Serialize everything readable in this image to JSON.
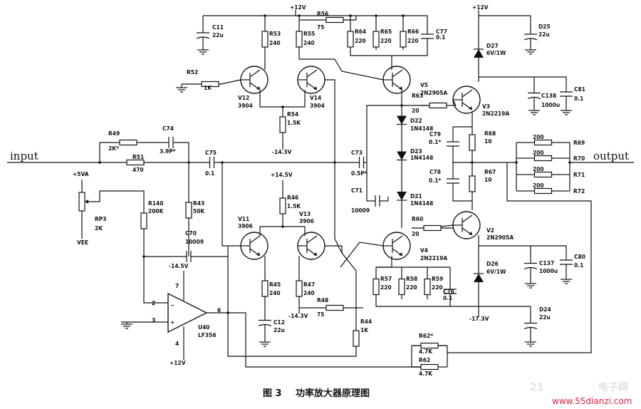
{
  "caption": {
    "figure": "图 3",
    "title": "功率放大器原理图"
  },
  "io": {
    "input": "input",
    "output": "output"
  },
  "watermark": {
    "site": "www.55dianzi.com",
    "brand": "电子网"
  },
  "rails": {
    "p12_top": "+12V",
    "p12_right": "+12V",
    "m14_3_a": "-14.3V",
    "m14_3_b": "-14.3V",
    "p14_5": "+14.5V",
    "p5va": "+5VA",
    "vee": "VEE",
    "m14_5": "-14.5V",
    "p12_bot": "+12V",
    "m17_3": "-17.3V"
  },
  "components": [
    {
      "id": "R49",
      "ref": "R49",
      "val": "2K*"
    },
    {
      "id": "C74",
      "ref": "C74",
      "val": "3.9P*"
    },
    {
      "id": "R51",
      "ref": "R51",
      "val": "470"
    },
    {
      "id": "C75",
      "ref": "C75",
      "val": "0.1"
    },
    {
      "id": "RP3",
      "ref": "RP3",
      "val": "2K"
    },
    {
      "id": "R140",
      "ref": "R140",
      "val": "200K"
    },
    {
      "id": "R43",
      "ref": "R43",
      "val": "50K"
    },
    {
      "id": "C70",
      "ref": "C70",
      "val": "10009"
    },
    {
      "id": "U40",
      "ref": "U40",
      "val": "LF356"
    },
    {
      "id": "C11",
      "ref": "C11",
      "val": "22u"
    },
    {
      "id": "R52",
      "ref": "R52",
      "val": "1K"
    },
    {
      "id": "R53",
      "ref": "R53",
      "val": "240"
    },
    {
      "id": "R55",
      "ref": "R55",
      "val": "240"
    },
    {
      "id": "R56",
      "ref": "R56",
      "val": "75"
    },
    {
      "id": "V12",
      "ref": "V12",
      "val": "3904"
    },
    {
      "id": "V14",
      "ref": "V14",
      "val": "3904"
    },
    {
      "id": "R54",
      "ref": "R54",
      "val": "1.5K"
    },
    {
      "id": "R64",
      "ref": "R64",
      "val": "220"
    },
    {
      "id": "R65",
      "ref": "R65",
      "val": "220"
    },
    {
      "id": "R66",
      "ref": "R66",
      "val": "220"
    },
    {
      "id": "C77",
      "ref": "C77",
      "val": "0.1"
    },
    {
      "id": "V5",
      "ref": "V5",
      "val": "2N2905A"
    },
    {
      "id": "R63",
      "ref": "R63",
      "val": "20"
    },
    {
      "id": "D22",
      "ref": "D22",
      "val": "1N4148"
    },
    {
      "id": "D23",
      "ref": "D23",
      "val": "1N4148"
    },
    {
      "id": "D21",
      "ref": "D21",
      "val": "1N4148"
    },
    {
      "id": "C73",
      "ref": "C73",
      "val": "0.5P*"
    },
    {
      "id": "C71",
      "ref": "C71",
      "val": "10009"
    },
    {
      "id": "R60",
      "ref": "R60",
      "val": "20"
    },
    {
      "id": "V11",
      "ref": "V11",
      "val": "3906"
    },
    {
      "id": "V13",
      "ref": "V13",
      "val": "3906"
    },
    {
      "id": "R46",
      "ref": "R46",
      "val": "1.5K"
    },
    {
      "id": "R45",
      "ref": "R45",
      "val": "240"
    },
    {
      "id": "R47",
      "ref": "R47",
      "val": "240"
    },
    {
      "id": "R48",
      "ref": "R48",
      "val": "75"
    },
    {
      "id": "C12",
      "ref": "C12",
      "val": "22u"
    },
    {
      "id": "R44",
      "ref": "R44",
      "val": "1K"
    },
    {
      "id": "V4",
      "ref": "V4",
      "val": "2N2219A"
    },
    {
      "id": "R57",
      "ref": "R57",
      "val": "220"
    },
    {
      "id": "R58",
      "ref": "R58",
      "val": "220"
    },
    {
      "id": "R59",
      "ref": "R59",
      "val": "220"
    },
    {
      "id": "C76",
      "ref": "C76",
      "val": "0.1"
    },
    {
      "id": "D27",
      "ref": "D27",
      "val": "6V/1W"
    },
    {
      "id": "D25",
      "ref": "D25",
      "val": "22u"
    },
    {
      "id": "V3",
      "ref": "V3",
      "val": "2N2219A"
    },
    {
      "id": "C138",
      "ref": "C138",
      "val": "1000u"
    },
    {
      "id": "C81",
      "ref": "C81",
      "val": "0.1"
    },
    {
      "id": "C79",
      "ref": "C79",
      "val": "0.1*"
    },
    {
      "id": "R68",
      "ref": "R68",
      "val": "10"
    },
    {
      "id": "C78",
      "ref": "C78",
      "val": "0.1*"
    },
    {
      "id": "R67",
      "ref": "R67",
      "val": "10"
    },
    {
      "id": "R69",
      "ref": "R69",
      "val": "200"
    },
    {
      "id": "R70",
      "ref": "R70",
      "val": "200"
    },
    {
      "id": "R71",
      "ref": "R71",
      "val": "200"
    },
    {
      "id": "R72",
      "ref": "R72",
      "val": "200"
    },
    {
      "id": "V2",
      "ref": "V2",
      "val": "2N2905A"
    },
    {
      "id": "C137",
      "ref": "C137",
      "val": "1000u"
    },
    {
      "id": "C80",
      "ref": "C80",
      "val": "0.1"
    },
    {
      "id": "D26",
      "ref": "D26",
      "val": "6V/1W"
    },
    {
      "id": "D24",
      "ref": "D24",
      "val": "22u"
    },
    {
      "id": "R62s",
      "ref": "R62*",
      "val": "4.7K"
    },
    {
      "id": "R62",
      "ref": "R62",
      "val": "4.7K"
    }
  ],
  "pins": {
    "p2": "2",
    "p3": "3",
    "p6": "6",
    "p7": "7",
    "p4": "4"
  }
}
